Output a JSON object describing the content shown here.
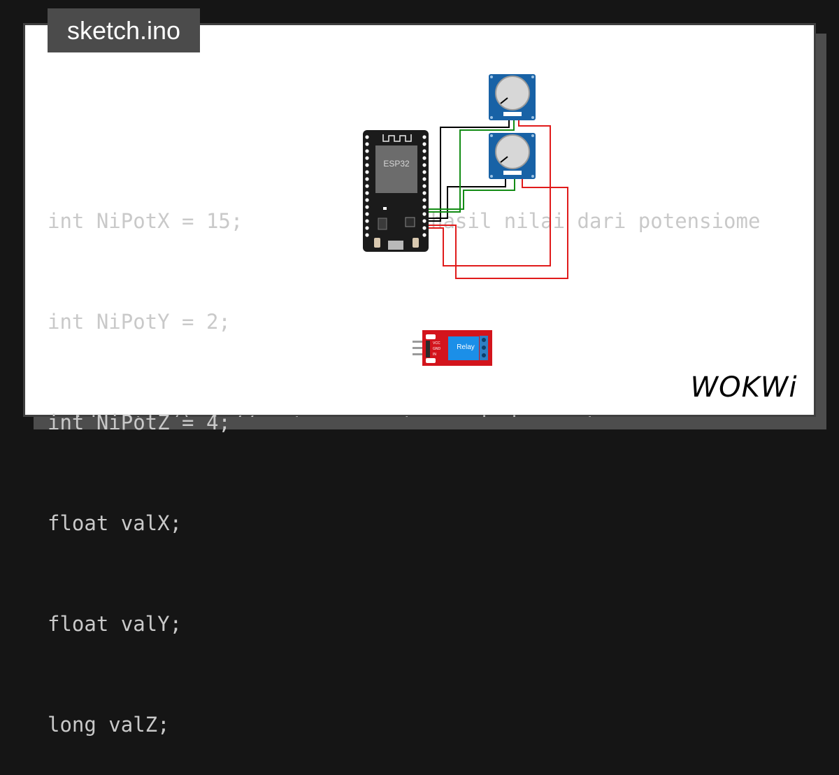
{
  "header": {
    "title": "sketch.ino"
  },
  "code": {
    "lines": [
      "int NiPotX = 15;",
      "int NiPotY = 2;",
      "int NiPotZ = 4;",
      "float valX;",
      "float valY;",
      "long valZ;"
    ],
    "comment_fragment": "hasil nilai dari potensiome",
    "partial_line": "void setup() { // put your setup code here, to"
  },
  "diagram": {
    "esp32_label": "ESP32",
    "relay_label": "Relay",
    "relay_pins": [
      "VCC",
      "GND",
      "IN"
    ],
    "wire_colors": {
      "black": "#000000",
      "green": "#138c15",
      "red": "#e01b1b"
    }
  },
  "brand": {
    "logo_text": "WOKWi"
  }
}
